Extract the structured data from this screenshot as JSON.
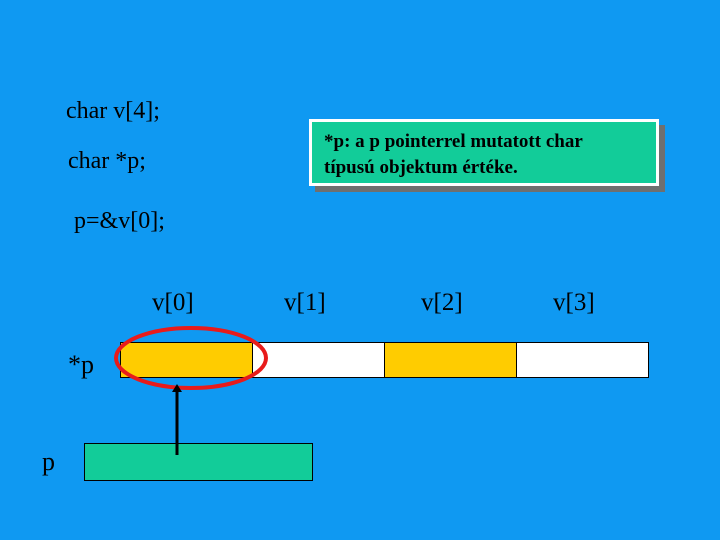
{
  "code": {
    "line1": "char v[4];",
    "line2": "char *p;",
    "line3": "p=&v[0];"
  },
  "note": {
    "line1": "*p: a p pointerrel mutatott char",
    "line2": "típusú objektum értéke."
  },
  "array": {
    "cells": [
      {
        "label": "v[0]",
        "color": "#ffcc00"
      },
      {
        "label": "v[1]",
        "color": "#ffffff"
      },
      {
        "label": "v[2]",
        "color": "#ffcc00"
      },
      {
        "label": "v[3]",
        "color": "#ffffff"
      }
    ]
  },
  "labels": {
    "deref": "*p",
    "pointer": "p"
  },
  "colors": {
    "background": "#0f99f2",
    "note_fill": "#12cc99",
    "pointer_fill": "#12cc99",
    "highlight_ring": "#e81b1b"
  },
  "icons": {
    "ring": "highlight-ellipse",
    "arrow": "pointer-arrow"
  }
}
